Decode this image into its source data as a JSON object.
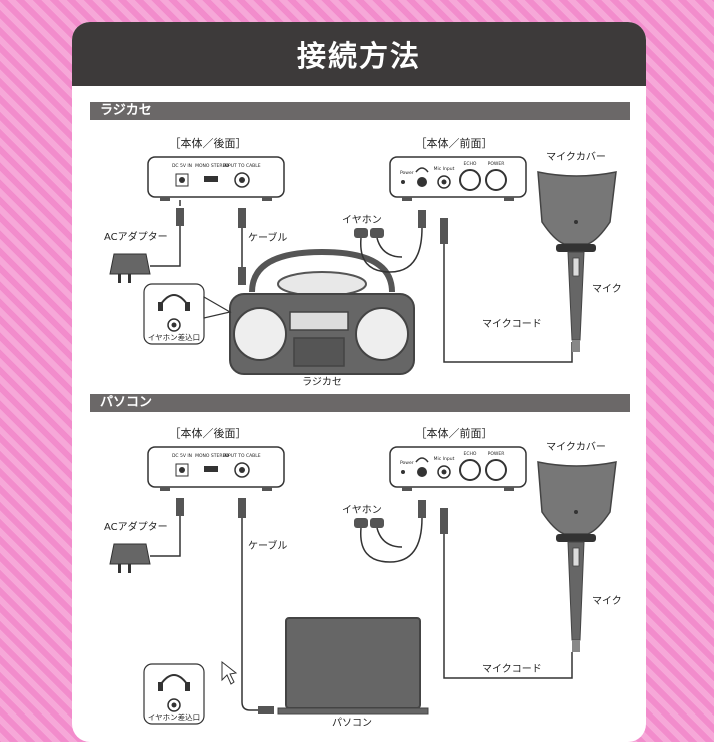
{
  "title": "接続方法",
  "sections": [
    {
      "name": "ラジカセ",
      "rear_label": "［本体／後面］",
      "front_label": "［本体／前面］",
      "rear_ports": [
        "DC 5V IN",
        "MONO STEREO",
        "INPUT TO CABLE"
      ],
      "front_ports": [
        "Power",
        "Mic Input",
        "ECHO",
        "POWER"
      ],
      "ac_adapter": "ACアダプター",
      "cable": "ケーブル",
      "earphone": "イヤホン",
      "earphone_jack": "イヤホン差込口",
      "mic_cover": "マイクカバー",
      "mic": "マイク",
      "mic_cord": "マイクコード",
      "device": "ラジカセ"
    },
    {
      "name": "パソコン",
      "rear_label": "［本体／後面］",
      "front_label": "［本体／前面］",
      "rear_ports": [
        "DC 5V IN",
        "MONO STEREO",
        "INPUT TO CABLE"
      ],
      "front_ports": [
        "Power",
        "Mic Input",
        "ECHO",
        "POWER"
      ],
      "ac_adapter": "ACアダプター",
      "cable": "ケーブル",
      "earphone": "イヤホン",
      "earphone_jack": "イヤホン差込口",
      "mic_cover": "マイクカバー",
      "mic": "マイク",
      "mic_cord": "マイクコード",
      "device": "パソコン"
    }
  ]
}
